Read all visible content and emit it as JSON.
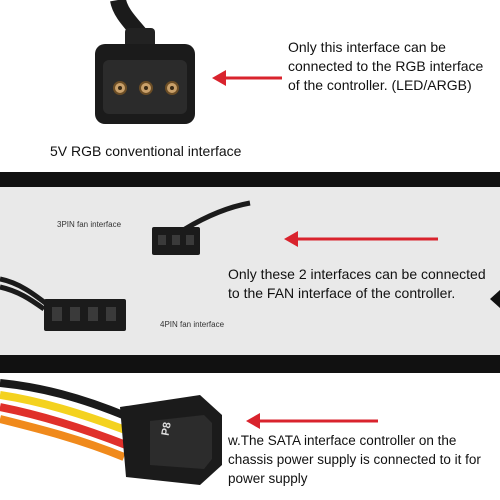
{
  "panel1": {
    "note": "Only this interface can be connected to the RGB interface of the controller. (LED/ARGB)",
    "label": "5V RGB conventional interface"
  },
  "panel2": {
    "label_3pin": "3PIN fan interface",
    "label_4pin": "4PIN fan interface",
    "note": "Only these 2 interfaces can be connected to the FAN interface of the controller."
  },
  "panel3": {
    "note": "w.The SATA interface controller on the chassis power supply is connected to it for power supply",
    "connector_mark": "P8"
  },
  "colors": {
    "arrow": "#d9232d",
    "connector": "#1b1b1b",
    "wire_red": "#e0302a",
    "wire_orange": "#f08a1c",
    "wire_yellow": "#f4d21f",
    "wire_black": "#1a1a1a"
  }
}
